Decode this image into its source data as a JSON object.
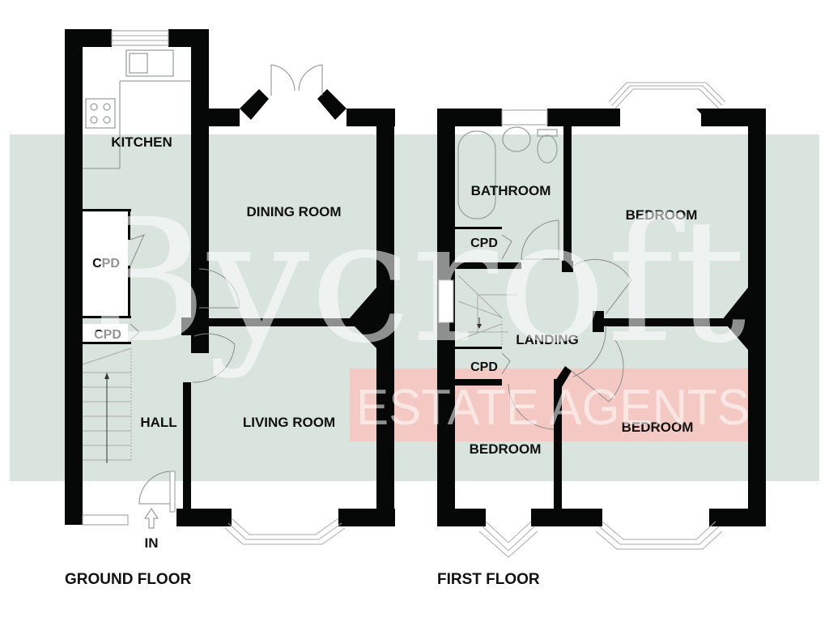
{
  "watermark": {
    "brand": "Bycroft",
    "subtitle": "ESTATE AGENTS",
    "band_color": "#dae4df",
    "subtitle_band_color": "#f4c9c3"
  },
  "ground_floor": {
    "title": "GROUND FLOOR",
    "rooms": {
      "kitchen": "KITCHEN",
      "dining_room": "DINING ROOM",
      "cupboard_1": "CPD",
      "cupboard_2": "CPD",
      "hall": "HALL",
      "living_room": "LIVING ROOM"
    },
    "entrance": "IN"
  },
  "first_floor": {
    "title": "FIRST FLOOR",
    "rooms": {
      "bathroom": "BATHROOM",
      "bedroom_1": "BEDROOM",
      "cupboard_1": "CPD",
      "landing": "LANDING",
      "cupboard_2": "CPD",
      "bedroom_2": "BEDROOM",
      "bedroom_3": "BEDROOM"
    }
  },
  "colors": {
    "wall": "#050807",
    "band": "#dae4df",
    "red_band": "#f4c9c3"
  }
}
